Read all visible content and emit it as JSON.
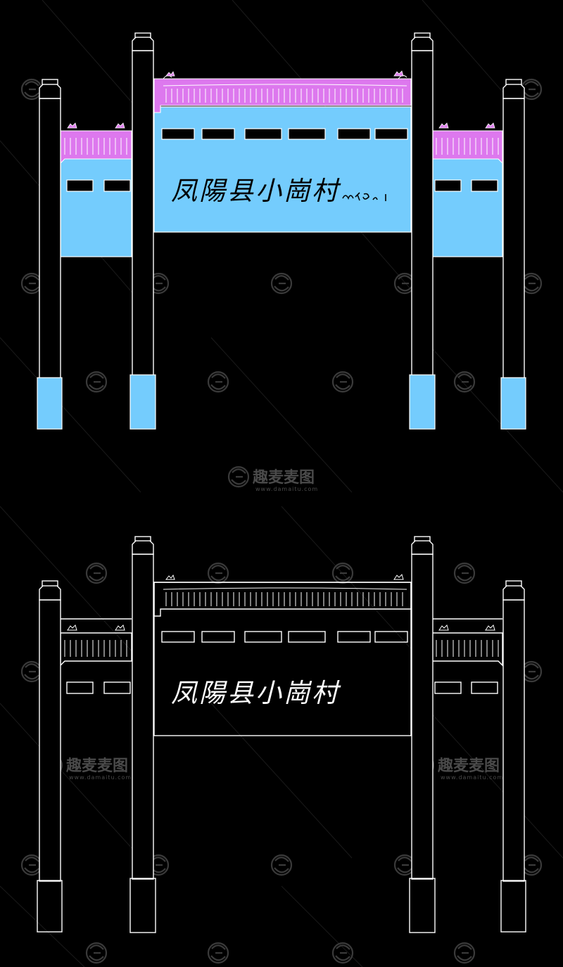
{
  "views": [
    {
      "id": "colored",
      "style": "colored"
    },
    {
      "id": "outline",
      "style": "outline"
    }
  ],
  "signboard": {
    "title": "凤陽县小崗村",
    "signature": "曹孝通"
  },
  "watermark": {
    "brand": "趣麦麦图",
    "url": "www.damaitu.com"
  },
  "colors": {
    "background": "#000000",
    "panel": "#74ccfd",
    "roof": "#dd78ee",
    "line": "#ffffff"
  }
}
